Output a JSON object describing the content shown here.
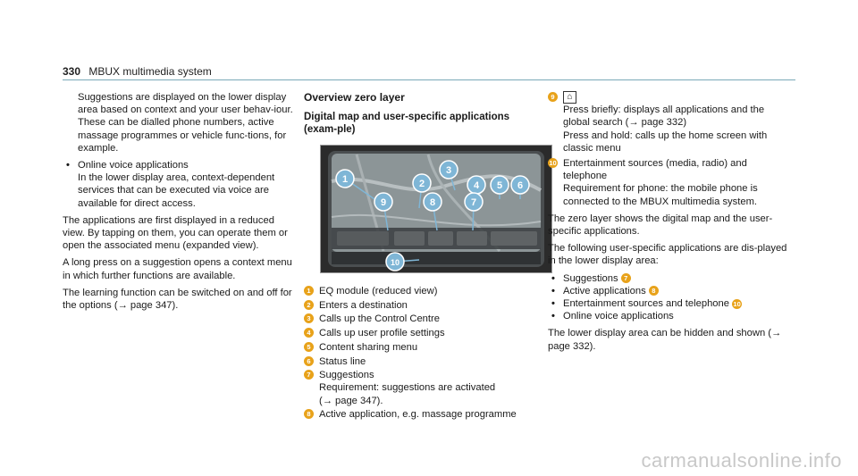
{
  "header": {
    "page_number": "330",
    "title": "MBUX multimedia system"
  },
  "left": {
    "p1": "Suggestions are displayed on the lower display area based on context and your user behav-iour. These can be dialled phone numbers, active massage programmes or vehicle func-tions, for example.",
    "bullet": "Online voice applications",
    "bullet_text": "In the lower display area, context-dependent services that can be executed via voice are available for direct access.",
    "p2": "The applications are first displayed in a reduced view. By tapping on them, you can operate them or open the associated menu (expanded view).",
    "p3": "A long press on a suggestion opens a context menu in which further functions are available.",
    "p4": "The learning function can be switched on and off for the options (→ page 347)."
  },
  "middle": {
    "heading": "Overview zero layer",
    "subheading": "Digital map and user-specific applications (exam-ple)",
    "figure_callouts": [
      "1",
      "2",
      "3",
      "4",
      "5",
      "6",
      "7",
      "8",
      "9",
      "10"
    ],
    "items": [
      {
        "n": "1",
        "text": "EQ module (reduced view)"
      },
      {
        "n": "2",
        "text": "Enters a destination"
      },
      {
        "n": "3",
        "text": "Calls up the Control Centre"
      },
      {
        "n": "4",
        "text": "Calls up user profile settings"
      },
      {
        "n": "5",
        "text": "Content sharing menu"
      },
      {
        "n": "6",
        "text": "Status line"
      },
      {
        "n": "7",
        "text": "Suggestions",
        "extra": "Requirement: suggestions are activated",
        "extra2": "(→ page 347)."
      },
      {
        "n": "8",
        "text": "Active application, e.g. massage programme"
      }
    ]
  },
  "right": {
    "item9": {
      "n": "9",
      "icon": "home-icon",
      "l1": "Press briefly: displays all applications and the global search (→ page 332)",
      "l2": "Press and hold: calls up the home screen with classic menu"
    },
    "item10": {
      "n": "10",
      "l1": "Entertainment sources (media, radio) and telephone",
      "l2": "Requirement for phone: the mobile phone is connected to the MBUX multimedia system."
    },
    "p1": "The zero layer shows the digital map and the user-specific applications.",
    "p2": "The following user-specific applications are dis-played in the lower display area:",
    "b1": "Suggestions",
    "b1n": "7",
    "b2": "Active applications",
    "b2n": "8",
    "b3": "Entertainment sources and telephone",
    "b3n": "10",
    "b4": "Online voice applications",
    "p3": "The lower display area can be hidden and shown (→ page 332)."
  },
  "watermark": "carmanualsonline.info",
  "colors": {
    "badge": "#e8a21a",
    "rule": "#7aa9b8",
    "callout": "#7fb6d6"
  }
}
